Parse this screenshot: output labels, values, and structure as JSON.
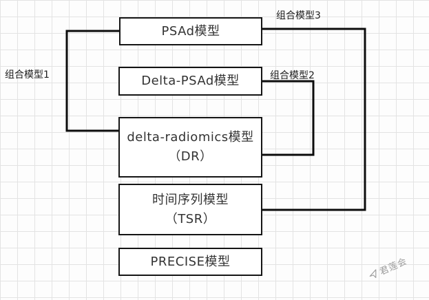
{
  "diagram": {
    "nodes": [
      {
        "id": "psad",
        "label": "PSAd模型"
      },
      {
        "id": "delta-psad",
        "label": "Delta-PSAd模型"
      },
      {
        "id": "dr",
        "label_line1": "delta-radiomics模型",
        "label_line2": "（DR）"
      },
      {
        "id": "tsr",
        "label_line1": "时间序列模型",
        "label_line2": "（TSR）"
      },
      {
        "id": "precise",
        "label": "PRECISE模型"
      }
    ],
    "edges": [
      {
        "id": "combo-1",
        "label": "组合模型1",
        "from": "psad",
        "to": "dr"
      },
      {
        "id": "combo-2",
        "label": "组合模型2",
        "from": "delta-psad",
        "to": "dr"
      },
      {
        "id": "combo-3",
        "label": "组合模型3",
        "from": "psad",
        "to": "tsr"
      }
    ],
    "colors": {
      "line": "#0c0c0c",
      "node_border": "#141414",
      "node_fill": "#ffffff",
      "grid_line": "#e3e3e3"
    }
  },
  "watermark": {
    "text": "君莲会"
  }
}
